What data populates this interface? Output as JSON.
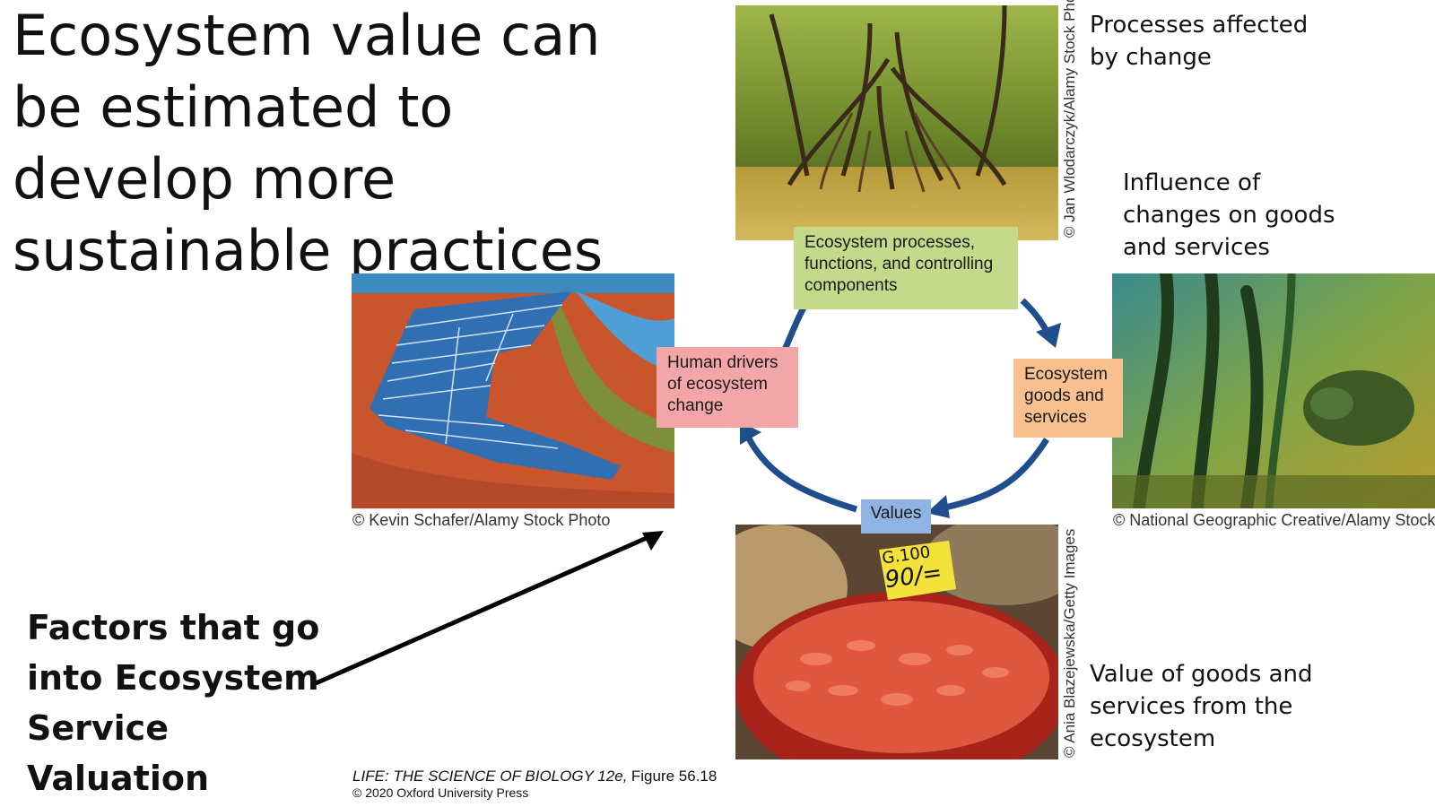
{
  "slide": {
    "title": "Ecosystem value can be estimated to develop more sustainable practices",
    "factors_label": "Factors that go into Ecosystem Service Valuation"
  },
  "diagram": {
    "boxes": {
      "processes": "Ecosystem processes, functions, and controlling components",
      "goods": "Ecosystem goods and services",
      "values": "Values",
      "drivers": "Human drivers of ecosystem change"
    },
    "side_labels": {
      "processes_affected": "Processes affected by change",
      "influence": "Influence of changes on goods and services",
      "value_of_goods": "Value of goods and services from the ecosystem"
    },
    "photo_credits": {
      "mangrove": "© Jan Wlodarczyk/Alamy Stock Photo",
      "aquaculture": "© Kevin Schafer/Alamy Stock Photo",
      "underwater": "© National Geographic Creative/Alamy Stock Photo",
      "shrimp": "© Ania Blazejewska/Getty Images"
    },
    "price_tag": {
      "line1": "G.100",
      "line2": "90/="
    },
    "colors": {
      "processes_box": "#c5d98a",
      "drivers_box": "#f2a6a8",
      "goods_box": "#f6c08f",
      "values_box": "#8fb4e3",
      "cycle_arrows": "#1f4e8c"
    }
  },
  "citation": {
    "book": "LIFE: THE SCIENCE OF BIOLOGY 12e,",
    "figure": "Figure 56.18",
    "copyright": "© 2020 Oxford University Press"
  }
}
